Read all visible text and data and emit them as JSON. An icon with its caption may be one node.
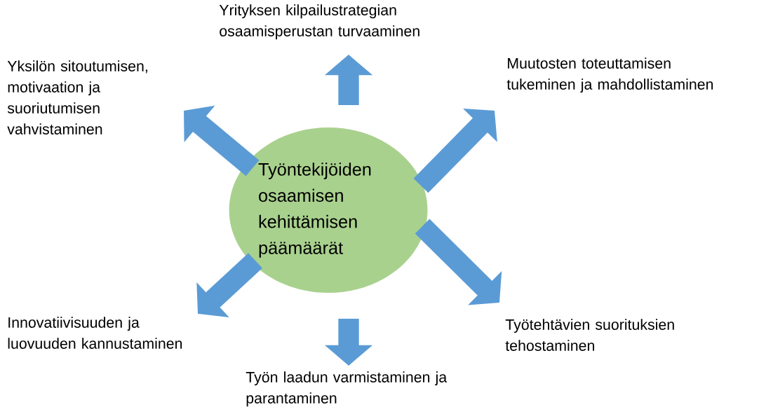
{
  "diagram": {
    "nodes": [
      {
        "text": [
          "Työntekijöiden osaamisen kehittämisen päämäärät"
        ]
      },
      {
        "text": [
          "Yrityksen kilpailustrategian osaamisperustan turvaaminen"
        ]
      },
      {
        "text": [
          "Muutosten toteuttamisen tukeminen ja mahdollistaminen"
        ]
      },
      {
        "text": [
          "Työtehtävien suorituksien tehostaminen"
        ]
      },
      {
        "text": [
          "Työn laadun varmistaminen ja parantaminen"
        ]
      },
      {
        "text": [
          "Innovatiivisuuden ja luovuuden kannustaminen"
        ]
      },
      {
        "text": [
          "Yksilön sitoutumisen, motivaation ja suoriutumisen vahvistaminen"
        ]
      }
    ],
    "edges": [
      {
        "from": 0,
        "to": 1,
        "arrow": "to"
      },
      {
        "from": 0,
        "to": 2,
        "arrow": "to"
      },
      {
        "from": 0,
        "to": 3,
        "arrow": "to"
      },
      {
        "from": 0,
        "to": 4,
        "arrow": "to"
      },
      {
        "from": 0,
        "to": 5,
        "arrow": "to"
      },
      {
        "from": 0,
        "to": 6,
        "arrow": "to"
      }
    ]
  }
}
